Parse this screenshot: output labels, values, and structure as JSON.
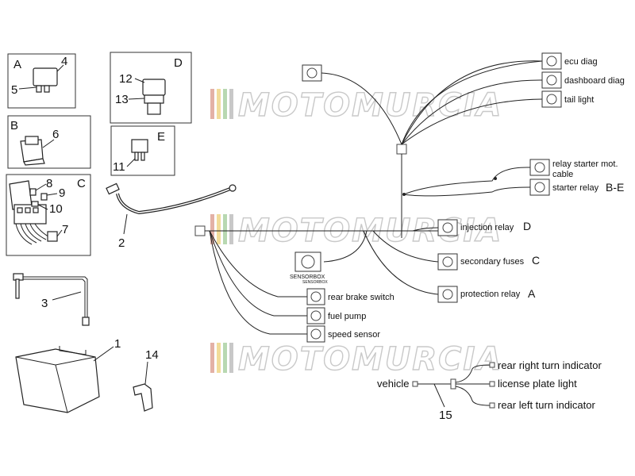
{
  "watermark": {
    "text": "MOTOMURCIA",
    "stripe_colors": [
      "#e3b1a6",
      "#f2dc9a",
      "#b8d8b1",
      "#c8c8c8"
    ]
  },
  "parts": {
    "group_a": "A",
    "n4": "4",
    "n5": "5",
    "group_b": "B",
    "n6": "6",
    "group_c": "C",
    "n7": "7",
    "n8": "8",
    "n9": "9",
    "n10": "10",
    "group_d": "D",
    "n12": "12",
    "n13": "13",
    "group_e": "E",
    "n11": "11",
    "n2": "2",
    "n3": "3",
    "n1": "1",
    "n14": "14",
    "n15": "15"
  },
  "connectors": {
    "ecu_diag": "ecu diag",
    "dashboard_diag": "dashboard diag",
    "tail_light": "tail light",
    "relay_starter_mot_line1": "relay starter mot.",
    "relay_starter_mot_line2": "cable",
    "starter_relay": "starter relay",
    "starter_relay_ref": "B-E",
    "injection_relay": "injection relay",
    "injection_relay_ref": "D",
    "secondary_fuses": "secondary fuses",
    "secondary_fuses_ref": "C",
    "protection_relay": "protection relay",
    "protection_relay_ref": "A",
    "sensorbox_line1": "SENSORBOX",
    "sensorbox_line2": "SENSORBOX",
    "rear_brake_switch": "rear brake switch",
    "fuel_pump": "fuel pump",
    "speed_sensor": "speed sensor"
  },
  "harness_15": {
    "vehicle": "vehicle",
    "rear_right_turn_indicator": "rear right turn indicator",
    "license_plate_light": "license plate light",
    "rear_left_turn_indicator": "rear left turn indicator"
  }
}
